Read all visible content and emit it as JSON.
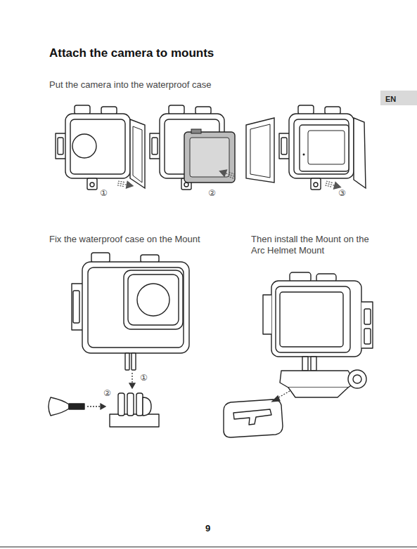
{
  "diagram": {
    "title": "Attach the camera to mounts",
    "nodes": [
      {
        "text": [
          "EN"
        ]
      }
    ],
    "labels": [
      "Put the camera into the waterproof case",
      "①",
      "②",
      "③",
      "Fix the waterproof case on the Mount",
      "Then install the Mount on the Arc Helmet Mount",
      "①",
      "②",
      "9"
    ]
  }
}
